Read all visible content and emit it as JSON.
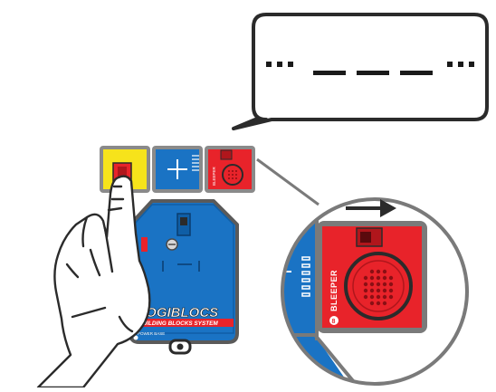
{
  "speech_bubble": {
    "morse_code": "··· — — — ···",
    "morse_units": [
      "dot",
      "dot",
      "dot",
      "dash",
      "dash",
      "dash",
      "dot",
      "dot",
      "dot"
    ]
  },
  "base_block": {
    "brand": "LOGIBLOCS",
    "tagline": "BUILDING BLOCKS SYSTEM",
    "power_label": "POWER BASE",
    "color": "#1a73c4"
  },
  "blocks": [
    {
      "name": "yellow-button-block",
      "color": "#f6e31b"
    },
    {
      "name": "blue-connector-block",
      "color": "#1a73c4"
    },
    {
      "name": "red-bleeper-block",
      "color": "#e8232a",
      "label": "BLEEPER",
      "number": "8"
    }
  ],
  "zoom_view": {
    "bleeper_label": "BLEEPER",
    "bleeper_number": "8",
    "direction_icon": "right-arrow-icon"
  },
  "colors": {
    "outline": "#2b2b2b",
    "frame_gray": "#7a7a7a",
    "red": "#e8232a",
    "blue": "#1a73c4",
    "yellow": "#f6e31b"
  }
}
